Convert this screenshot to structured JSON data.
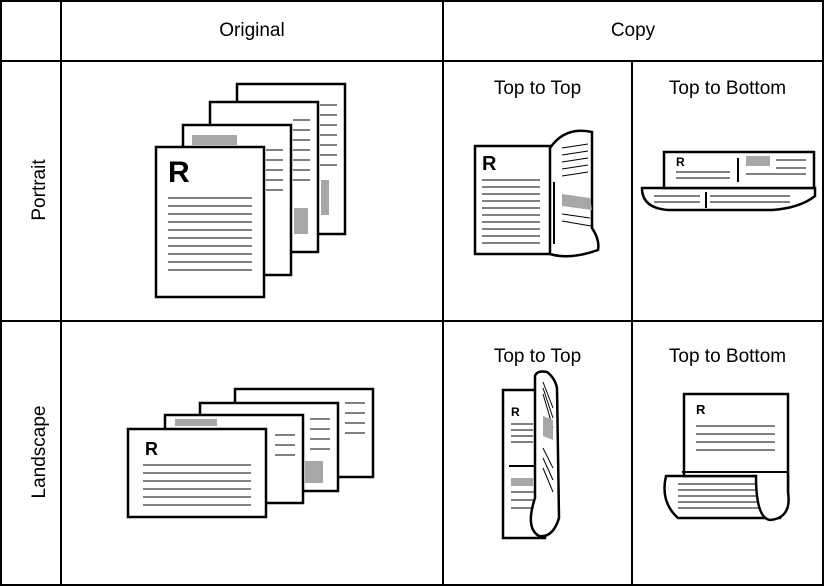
{
  "header": {
    "original": "Original",
    "copy": "Copy"
  },
  "rows": [
    {
      "label": "Portrait",
      "copy_modes": [
        "Top to Top",
        "Top to Bottom"
      ]
    },
    {
      "label": "Landscape",
      "copy_modes": [
        "Top to Top",
        "Top to Bottom"
      ]
    }
  ],
  "page_letter": "R",
  "colors": {
    "border": "#000000",
    "shade": "#a7a7a7",
    "background": "#ffffff"
  }
}
